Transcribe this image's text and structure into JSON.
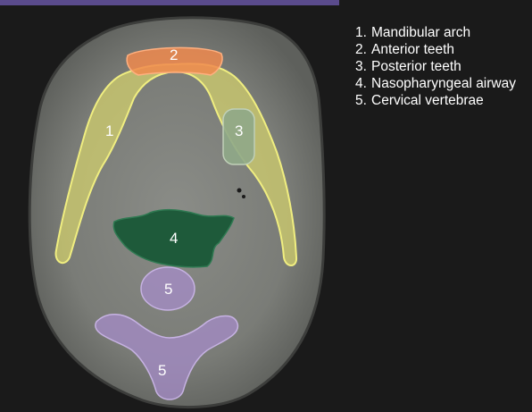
{
  "legend": {
    "items": [
      {
        "number": "1.",
        "text": "Mandibular arch"
      },
      {
        "number": "2.",
        "text": "Anterior teeth"
      },
      {
        "number": "3.",
        "text": "Posterior teeth"
      },
      {
        "number": "4.",
        "text": "Nasopharyngeal airway"
      },
      {
        "number": "5.",
        "text": "Cervical vertebrae"
      }
    ]
  },
  "labels": {
    "mandibular_arch": "1",
    "anterior_teeth": "2",
    "posterior_teeth": "3",
    "airway": "4",
    "vertebra_body": "5",
    "vertebra_arch": "5"
  },
  "colors": {
    "background": "#1a1a1a",
    "soft_tissue": "#7a7c78",
    "bone": "#c9cfb4",
    "mandibular_arch": "#e6e36a",
    "anterior_teeth": "#f08a4e",
    "posterior_teeth": "#8fa888",
    "airway": "#1e5a3a",
    "vertebrae": "#a58cc8"
  }
}
